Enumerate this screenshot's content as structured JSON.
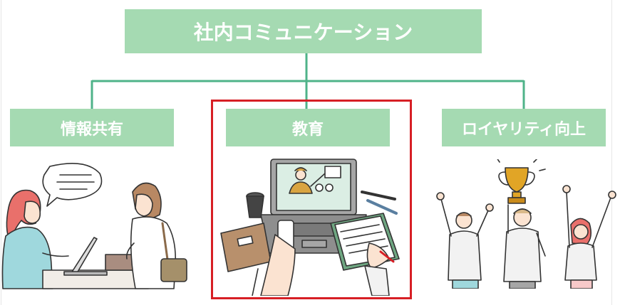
{
  "diagram": {
    "root": {
      "label": "社内コミュニケーション"
    },
    "children": [
      {
        "label": "情報共有",
        "illustration": "two-coworkers-talking-illustration"
      },
      {
        "label": "教育",
        "illustration": "online-learning-desk-illustration",
        "highlighted": true
      },
      {
        "label": "ロイヤリティ向上",
        "illustration": "celebrating-team-with-trophy-illustration"
      }
    ]
  },
  "colors": {
    "box_fill": "#a5dab2",
    "box_text": "#ffffff",
    "connector": "#4fb389",
    "highlight": "#d71f25"
  }
}
